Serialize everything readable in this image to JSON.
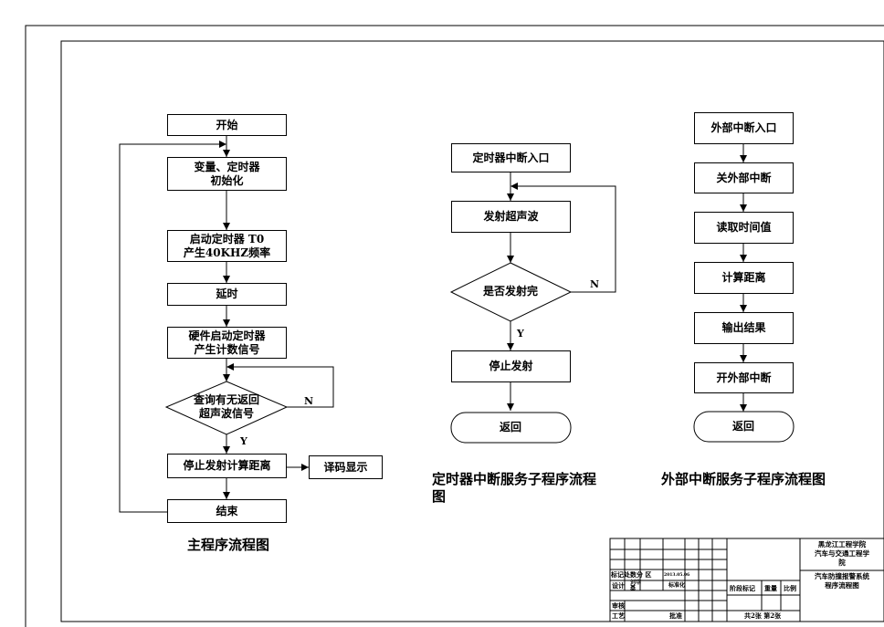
{
  "main_flow": {
    "start": "开始",
    "init": "变量、定时器\n初始化",
    "start_timer": "启动定时器 T0\n产生40KHZ频率",
    "delay": "延时",
    "hw_timer": "硬件启动定时器\n产生计数信号",
    "query": "查询有无返回\n超声波信号",
    "no": "N",
    "yes": "Y",
    "stop_calc": "停止发射计算距离",
    "decode": "译码显示",
    "end": "结束",
    "caption": "主程序流程图"
  },
  "timer_flow": {
    "entry": "定时器中断入口",
    "emit": "发射超声波",
    "check": "是否发射完",
    "no": "N",
    "yes": "Y",
    "stop": "停止发射",
    "ret": "返回",
    "caption": "定时器中断服务子程序流程\n图"
  },
  "ext_flow": {
    "entry": "外部中断入口",
    "disable": "关外部中断",
    "read": "读取时间值",
    "calc": "计算距离",
    "output": "输出结果",
    "enable": "开外部中断",
    "ret": "返回",
    "caption": "外部中断服务子程序流程图"
  },
  "title_block": {
    "school": "黑龙江工程学院\n汽车与交通工程学\n院",
    "drawing": "汽车防撞报警系统\n程序流程图",
    "mark_row": "标记处数分  区",
    "design": "设计",
    "designer": "刘华\n基",
    "std": "标准化",
    "stage": "阶段标记",
    "weight": "重量",
    "scale": "比例",
    "review": "审核",
    "process": "工艺",
    "approve": "批准",
    "sheets": "共2张 第2张",
    "date_code": "2013.05.06"
  }
}
